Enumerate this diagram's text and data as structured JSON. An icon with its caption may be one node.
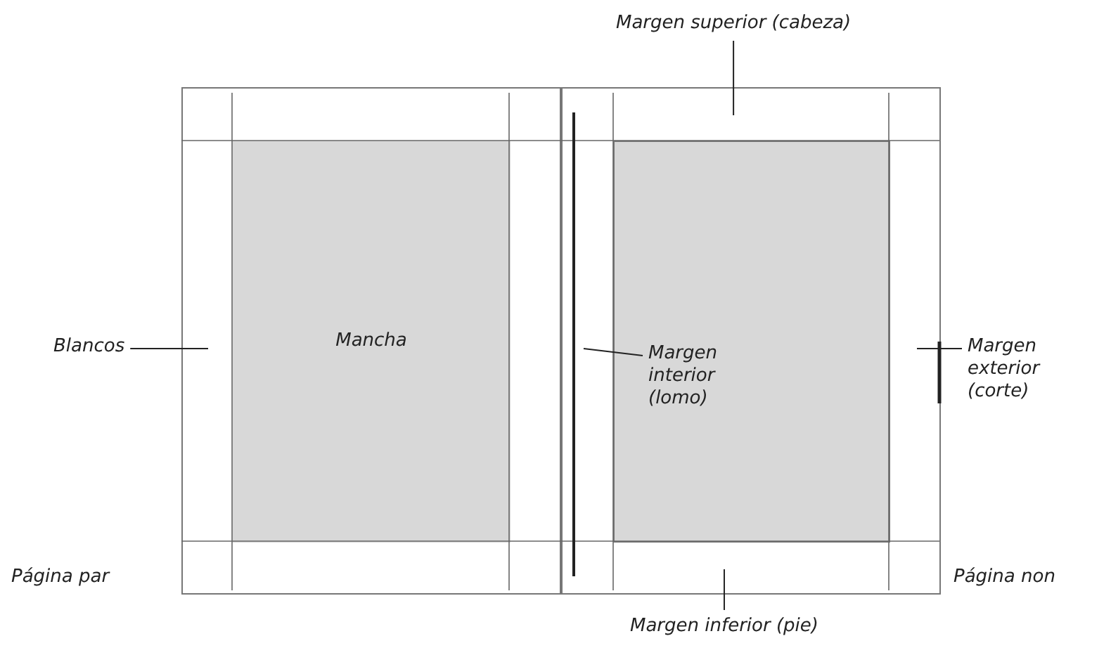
{
  "diagram": {
    "nodes": [
      {
        "text": [],
        "shape": "box",
        "beside": [
          "Página par"
        ]
      },
      {
        "text": [
          "Mancha"
        ],
        "in": 0
      },
      {
        "text": [],
        "shape": "box",
        "beside": [
          "Página non"
        ]
      },
      {
        "text": [],
        "shape": "box",
        "in": 2
      },
      {
        "text": [
          "Blancos"
        ]
      },
      {
        "text": [
          "Margen superior (cabeza)"
        ]
      },
      {
        "text": [
          "Margen interior (lomo)"
        ],
        "in": 3
      },
      {
        "text": [
          "Margen exterior (corte)"
        ]
      },
      {
        "text": [
          "Margen inferior (pie)"
        ]
      }
    ],
    "edges": [
      {
        "from": 4,
        "to": null,
        "arrow": "none"
      },
      {
        "from": 5,
        "to": null,
        "arrow": "none"
      },
      {
        "from": 6,
        "to": null,
        "arrow": "none"
      },
      {
        "from": 7,
        "to": null,
        "arrow": "none"
      },
      {
        "from": 8,
        "to": null,
        "arrow": "none"
      }
    ]
  }
}
